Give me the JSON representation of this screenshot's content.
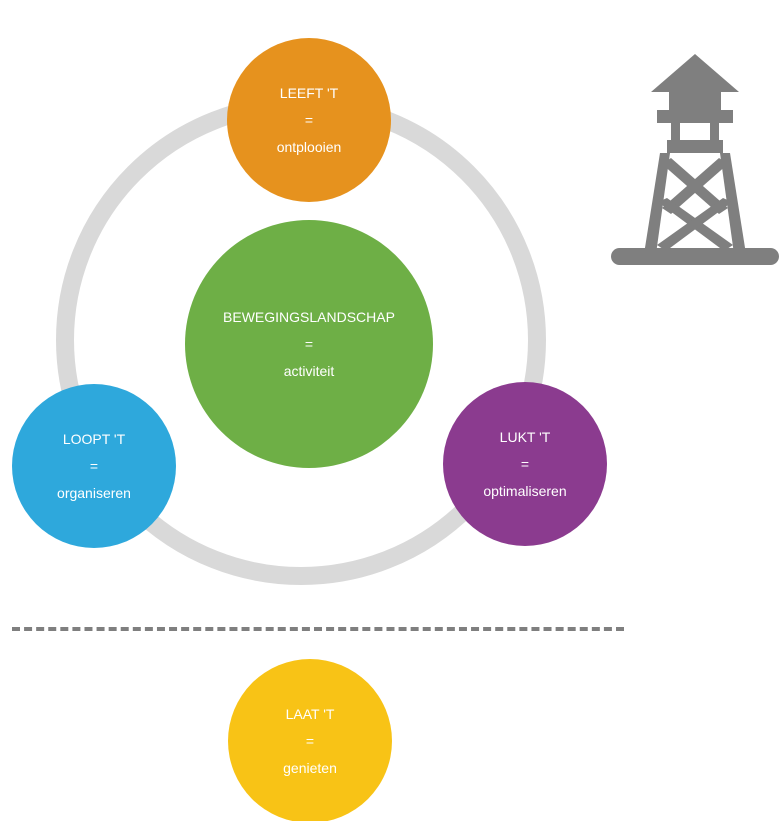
{
  "colors": {
    "ring": "#d9d9d9",
    "top": "#e6921e",
    "center": "#6eaf46",
    "left": "#2ea8dc",
    "right": "#8b3b8f",
    "bottom": "#f8c316",
    "divider": "#7f7f7f",
    "tower": "#7f7f7f"
  },
  "nodes": {
    "top": {
      "title": "LEEFT 'T",
      "equals": "=",
      "text": "ontplooien"
    },
    "center": {
      "title": "BEWEGINGSLANDSCHAP",
      "equals": "=",
      "text": "activiteit"
    },
    "left": {
      "title": "LOOPT 'T",
      "equals": "=",
      "text": "organiseren"
    },
    "right": {
      "title": "LUKT 'T",
      "equals": "=",
      "text": "optimaliseren"
    },
    "bottom": {
      "title": "LAAT 'T",
      "equals": "=",
      "text": "genieten"
    }
  },
  "icons": {
    "tower": "watchtower-icon"
  }
}
